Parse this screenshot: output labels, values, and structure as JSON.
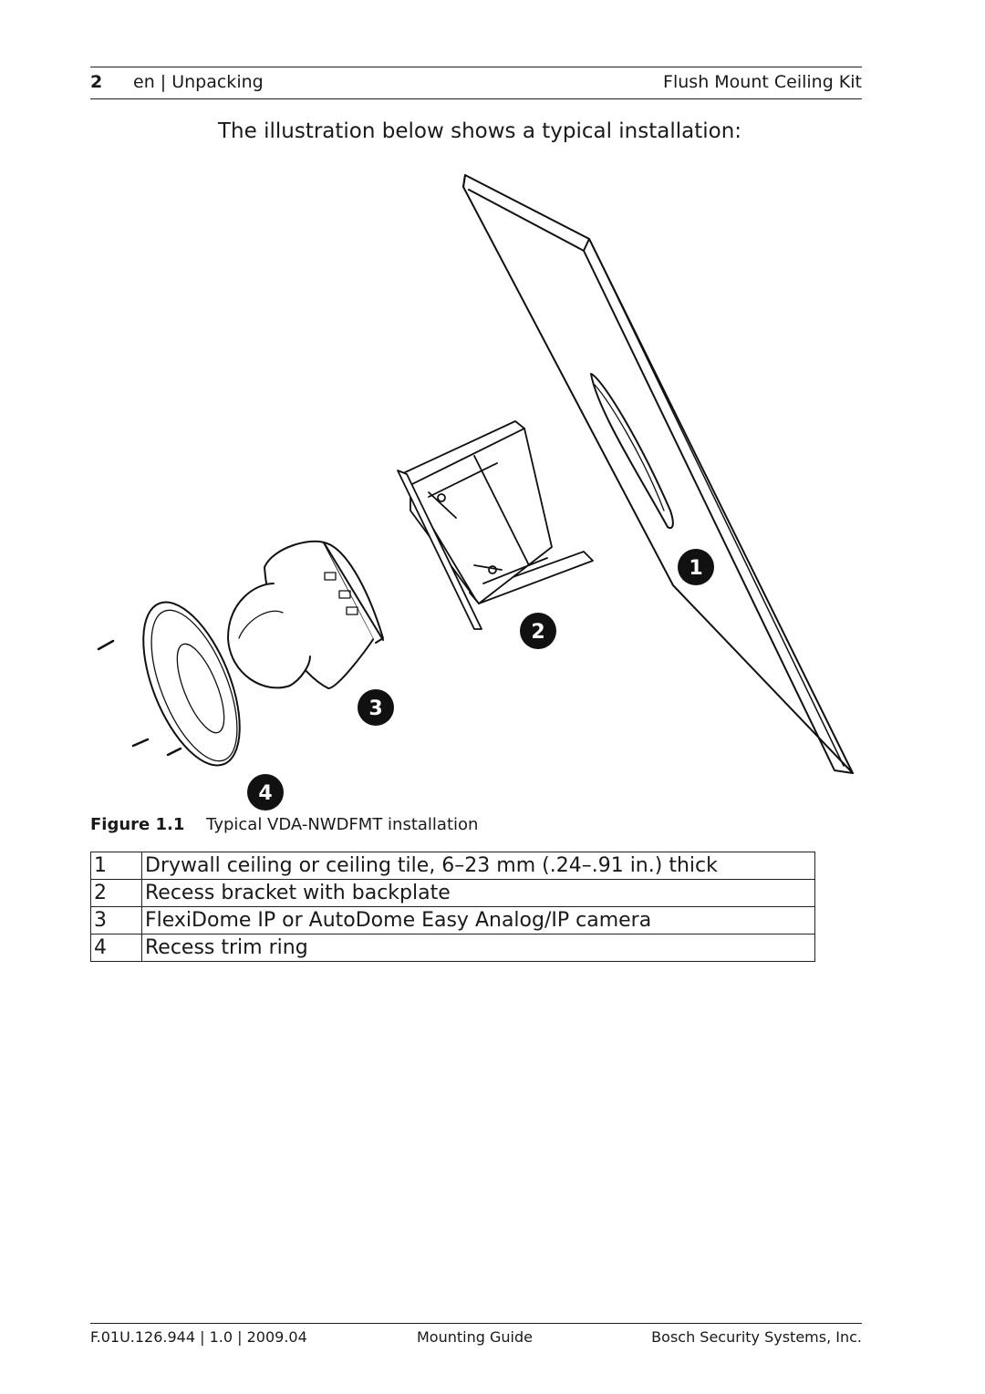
{
  "header": {
    "page_number": "2",
    "section": "en | Unpacking",
    "document_title": "Flush Mount Ceiling Kit"
  },
  "intro_text": "The illustration below shows a typical installation:",
  "figure": {
    "callouts": [
      "1",
      "2",
      "3",
      "4"
    ],
    "caption_label": "Figure 1.1",
    "caption_text": "Typical VDA-NWDFMT installation"
  },
  "legend": [
    {
      "num": "1",
      "text": "Drywall ceiling or ceiling tile, 6–23 mm (.24–.91 in.) thick"
    },
    {
      "num": "2",
      "text": "Recess bracket with backplate"
    },
    {
      "num": "3",
      "text": "FlexiDome IP or AutoDome Easy Analog/IP camera"
    },
    {
      "num": "4",
      "text": "Recess trim ring"
    }
  ],
  "footer": {
    "doc_id": "F.01U.126.944 | 1.0 | 2009.04",
    "doc_type": "Mounting Guide",
    "company": "Bosch Security Systems, Inc."
  }
}
